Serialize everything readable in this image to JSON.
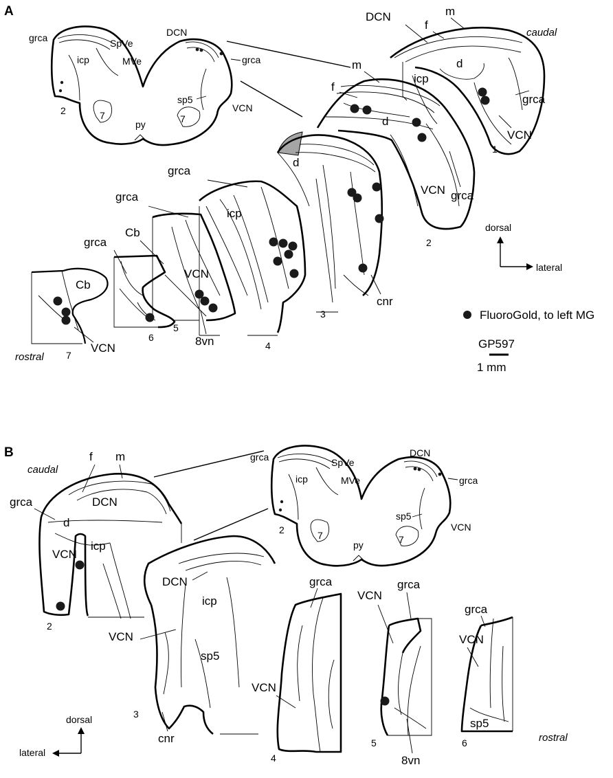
{
  "panel_a": {
    "letter": "A",
    "orientation": {
      "caudal": "caudal",
      "rostral": "rostral",
      "dorsal": "dorsal",
      "lateral": "lateral"
    },
    "brainstem_section": {
      "number": "2",
      "labels": {
        "grca_l": "grca",
        "icp": "icp",
        "spve": "SpVe",
        "mve": "MVe",
        "dcn": "DCN",
        "grca_r": "grca",
        "sp5": "sp5",
        "vcn": "VCN",
        "seven_l": "7",
        "seven_r": "7",
        "py": "py"
      }
    },
    "section_1": {
      "number": "1",
      "labels": {
        "dcn": "DCN",
        "m": "m",
        "f": "f",
        "icp": "icp",
        "d": "d",
        "grca": "grca",
        "vcn": "VCN"
      }
    },
    "section_2": {
      "number": "2",
      "labels": {
        "m": "m",
        "f": "f",
        "d": "d",
        "vcn": "VCN",
        "grca": "grca"
      }
    },
    "section_3": {
      "number": "3",
      "labels": {
        "d": "d",
        "cnr": "cnr"
      }
    },
    "section_4": {
      "number": "4",
      "labels": {
        "grca": "grca",
        "icp": "icp"
      }
    },
    "section_5": {
      "number": "5",
      "labels": {
        "grca": "grca",
        "vcn": "VCN",
        "n8vn": "8vn"
      }
    },
    "section_6": {
      "number": "6",
      "labels": {
        "grca": "grca",
        "cb": "Cb"
      }
    },
    "section_7": {
      "number": "7",
      "labels": {
        "cb": "Cb",
        "vcn": "VCN"
      }
    },
    "legend": {
      "text": "FluoroGold, to left MG",
      "case": "GP597",
      "scale": "1 mm"
    }
  },
  "panel_b": {
    "letter": "B",
    "orientation": {
      "caudal": "caudal",
      "rostral": "rostral",
      "dorsal": "dorsal",
      "lateral": "lateral"
    },
    "brainstem_section": {
      "number": "2",
      "labels": {
        "grca_l": "grca",
        "icp": "icp",
        "spve": "SpVe",
        "mve": "MVe",
        "dcn": "DCN",
        "grca_r": "grca",
        "sp5": "sp5",
        "vcn": "VCN",
        "seven_l": "7",
        "seven_r": "7",
        "py": "py"
      }
    },
    "section_2": {
      "number": "2",
      "labels": {
        "f": "f",
        "m": "m",
        "dcn": "DCN",
        "grca": "grca",
        "d": "d",
        "vcn": "VCN",
        "icp": "icp"
      }
    },
    "section_3": {
      "number": "3",
      "labels": {
        "dcn": "DCN",
        "icp": "icp",
        "vcn": "VCN",
        "sp5": "sp5",
        "cnr": "cnr"
      }
    },
    "section_4": {
      "number": "4",
      "labels": {
        "grca": "grca",
        "vcn": "VCN"
      }
    },
    "section_5": {
      "number": "5",
      "labels": {
        "vcn": "VCN",
        "grca": "grca",
        "n8vn": "8vn"
      }
    },
    "section_6": {
      "number": "6",
      "labels": {
        "grca": "grca",
        "vcn": "VCN",
        "sp5": "sp5"
      }
    }
  }
}
